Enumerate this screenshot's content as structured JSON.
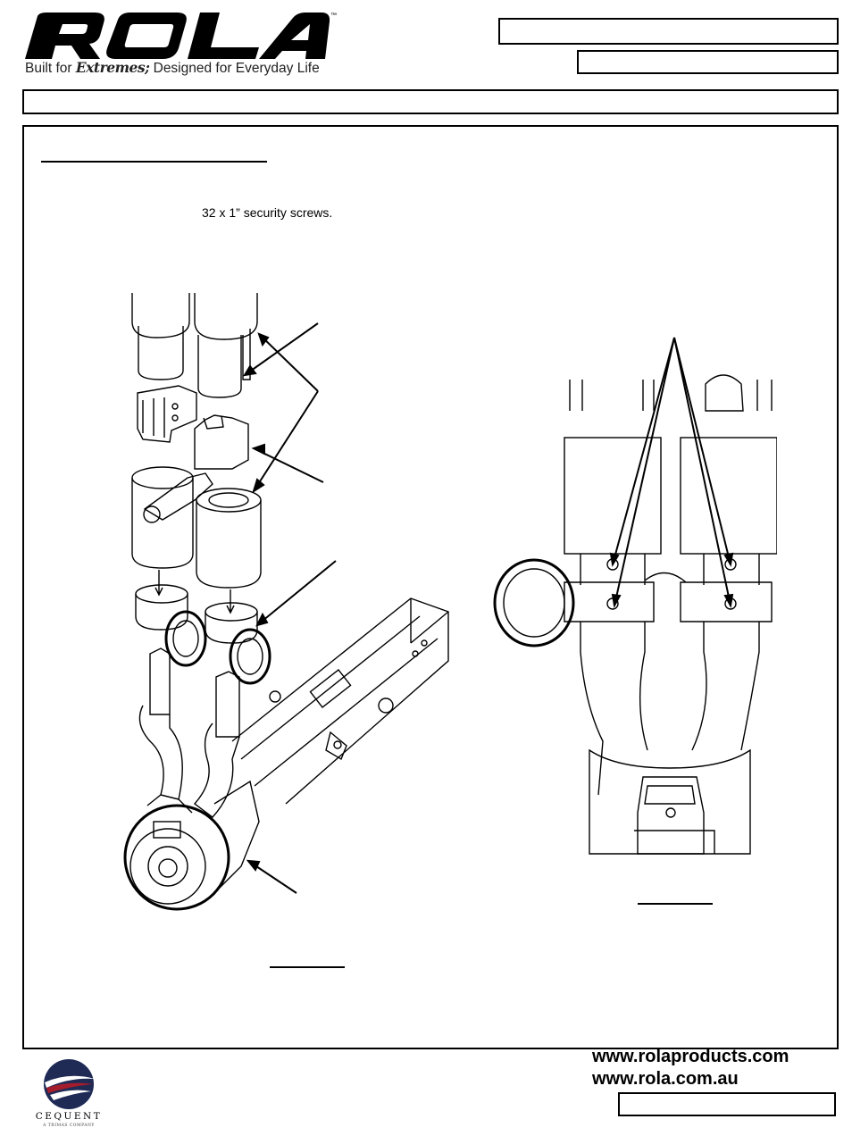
{
  "brand": {
    "logo_text": "ROLA",
    "trademark": "™",
    "tagline_prefix": "Built for ",
    "tagline_extreme": "Extremes;",
    "tagline_suffix": " Designed for Everyday Life"
  },
  "instructions": {
    "screws_text": "32 x 1” security screws."
  },
  "footer": {
    "website_1": "www.rolaproducts.com",
    "website_2": "www.rola.com.au",
    "company": "CEQUENT",
    "company_sub": "A TRIMAS COMPANY"
  },
  "colors": {
    "cequent_navy": "#1f2a55",
    "cequent_red": "#a51d2d"
  }
}
